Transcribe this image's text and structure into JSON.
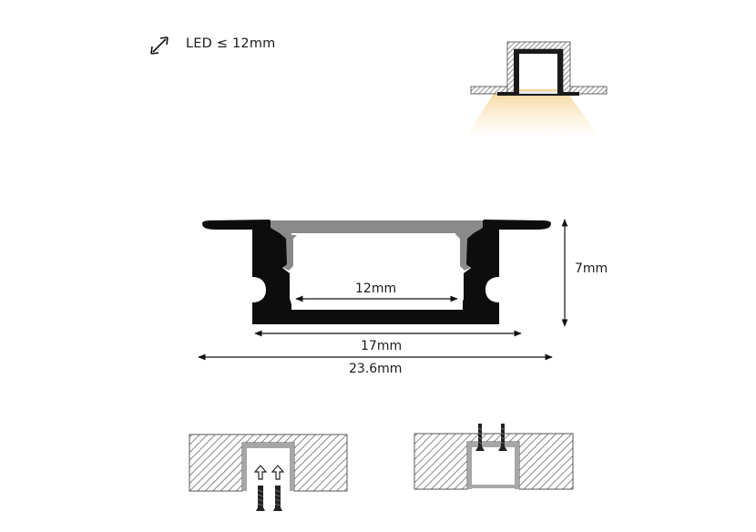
{
  "header": {
    "icon": "diagonal-double-arrow-icon",
    "led_label": "LED ≤ 12mm"
  },
  "dimensions": {
    "inner_width": "12mm",
    "base_width": "17mm",
    "total_width": "23.6mm",
    "height": "7mm"
  },
  "illustrations": {
    "install_preview": "recessed-profile-with-light-icon",
    "mount_from_below": "screws-from-below-diagram",
    "mount_from_above": "screws-from-above-diagram"
  },
  "colors": {
    "profile": "#0d0d0d",
    "diffuser": "#8a8a8a",
    "hatch": "#555555",
    "light": "#f5d9a0"
  }
}
